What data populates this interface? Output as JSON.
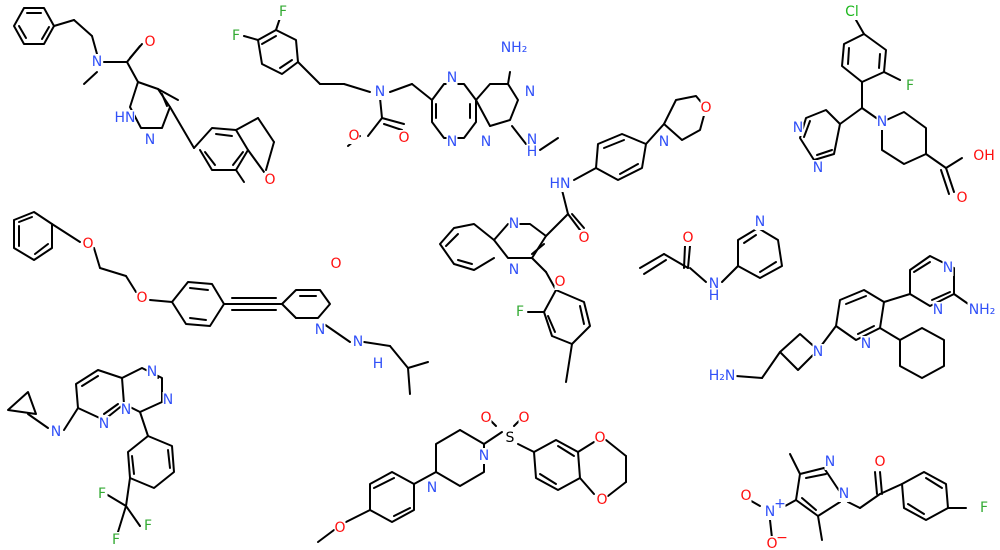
{
  "colors": {
    "bond": "#000000",
    "N": "#3050F8",
    "O": "#FF0D0D",
    "F": "#33AA33",
    "Cl": "#1FB81F",
    "background": "#ffffff"
  },
  "molecules": [
    {
      "id": "m1",
      "atoms": [
        {
          "text": "O",
          "el": "O"
        },
        {
          "text": "N",
          "el": "N"
        },
        {
          "text": "HN",
          "el": "N"
        },
        {
          "text": "N",
          "el": "N"
        },
        {
          "text": "O",
          "el": "O"
        }
      ]
    },
    {
      "id": "m2",
      "atoms": [
        {
          "text": "F",
          "el": "F"
        },
        {
          "text": "F",
          "el": "F"
        },
        {
          "text": "N",
          "el": "N"
        },
        {
          "text": "O",
          "el": "O"
        },
        {
          "text": "O",
          "el": "O"
        },
        {
          "text": "NH₂",
          "el": "N"
        },
        {
          "text": "N",
          "el": "N"
        },
        {
          "text": "N",
          "el": "N"
        },
        {
          "text": "N",
          "el": "N"
        },
        {
          "text": "N",
          "el": "N"
        },
        {
          "text": "N",
          "el": "N"
        },
        {
          "text": "H",
          "el": "N"
        }
      ]
    },
    {
      "id": "m3",
      "atoms": [
        {
          "text": "Cl",
          "el": "Cl"
        },
        {
          "text": "F",
          "el": "F"
        },
        {
          "text": "N",
          "el": "N"
        },
        {
          "text": "N",
          "el": "N"
        },
        {
          "text": "N",
          "el": "N"
        },
        {
          "text": "OH",
          "el": "O"
        },
        {
          "text": "O",
          "el": "O"
        }
      ]
    },
    {
      "id": "m4",
      "atoms": [
        {
          "text": "O",
          "el": "O"
        },
        {
          "text": "HN",
          "el": "N"
        },
        {
          "text": "N",
          "el": "N"
        },
        {
          "text": "N",
          "el": "N"
        },
        {
          "text": "O",
          "el": "O"
        },
        {
          "text": "N",
          "el": "N"
        },
        {
          "text": "O",
          "el": "O"
        },
        {
          "text": "F",
          "el": "F"
        }
      ]
    },
    {
      "id": "m5",
      "atoms": [
        {
          "text": "O",
          "el": "O"
        },
        {
          "text": "O",
          "el": "O"
        },
        {
          "text": "O",
          "el": "O"
        },
        {
          "text": "N",
          "el": "N"
        },
        {
          "text": "N",
          "el": "N"
        },
        {
          "text": "H",
          "el": "N"
        }
      ]
    },
    {
      "id": "m6",
      "atoms": [
        {
          "text": "O",
          "el": "O"
        },
        {
          "text": "N",
          "el": "N"
        },
        {
          "text": "H",
          "el": "N"
        },
        {
          "text": "N",
          "el": "N"
        }
      ]
    },
    {
      "id": "m7",
      "atoms": [
        {
          "text": "N",
          "el": "N"
        },
        {
          "text": "N",
          "el": "N"
        },
        {
          "text": "NH₂",
          "el": "N"
        },
        {
          "text": "N",
          "el": "N"
        },
        {
          "text": "N",
          "el": "N"
        },
        {
          "text": "H₂N",
          "el": "N"
        }
      ]
    },
    {
      "id": "m8",
      "atoms": [
        {
          "text": "N",
          "el": "N"
        },
        {
          "text": "N",
          "el": "N"
        },
        {
          "text": "N",
          "el": "N"
        },
        {
          "text": "N",
          "el": "N"
        },
        {
          "text": "N",
          "el": "N"
        },
        {
          "text": "F",
          "el": "F"
        },
        {
          "text": "F",
          "el": "F"
        },
        {
          "text": "F",
          "el": "F"
        }
      ]
    },
    {
      "id": "m9",
      "atoms": [
        {
          "text": "O",
          "el": "O"
        },
        {
          "text": "O",
          "el": "O"
        },
        {
          "text": "S",
          "el": "S"
        },
        {
          "text": "N",
          "el": "N"
        },
        {
          "text": "N",
          "el": "N"
        },
        {
          "text": "O",
          "el": "O"
        },
        {
          "text": "O",
          "el": "O"
        },
        {
          "text": "O",
          "el": "O"
        }
      ]
    },
    {
      "id": "m10",
      "atoms": [
        {
          "text": "O",
          "el": "O"
        },
        {
          "text": "N",
          "el": "N"
        },
        {
          "text": "N",
          "el": "N"
        },
        {
          "text": "N",
          "el": "N"
        },
        {
          "text": "+",
          "el": "N"
        },
        {
          "text": "O",
          "el": "O"
        },
        {
          "text": "−",
          "el": "O"
        },
        {
          "text": "O",
          "el": "O"
        },
        {
          "text": "F",
          "el": "F"
        }
      ]
    }
  ]
}
